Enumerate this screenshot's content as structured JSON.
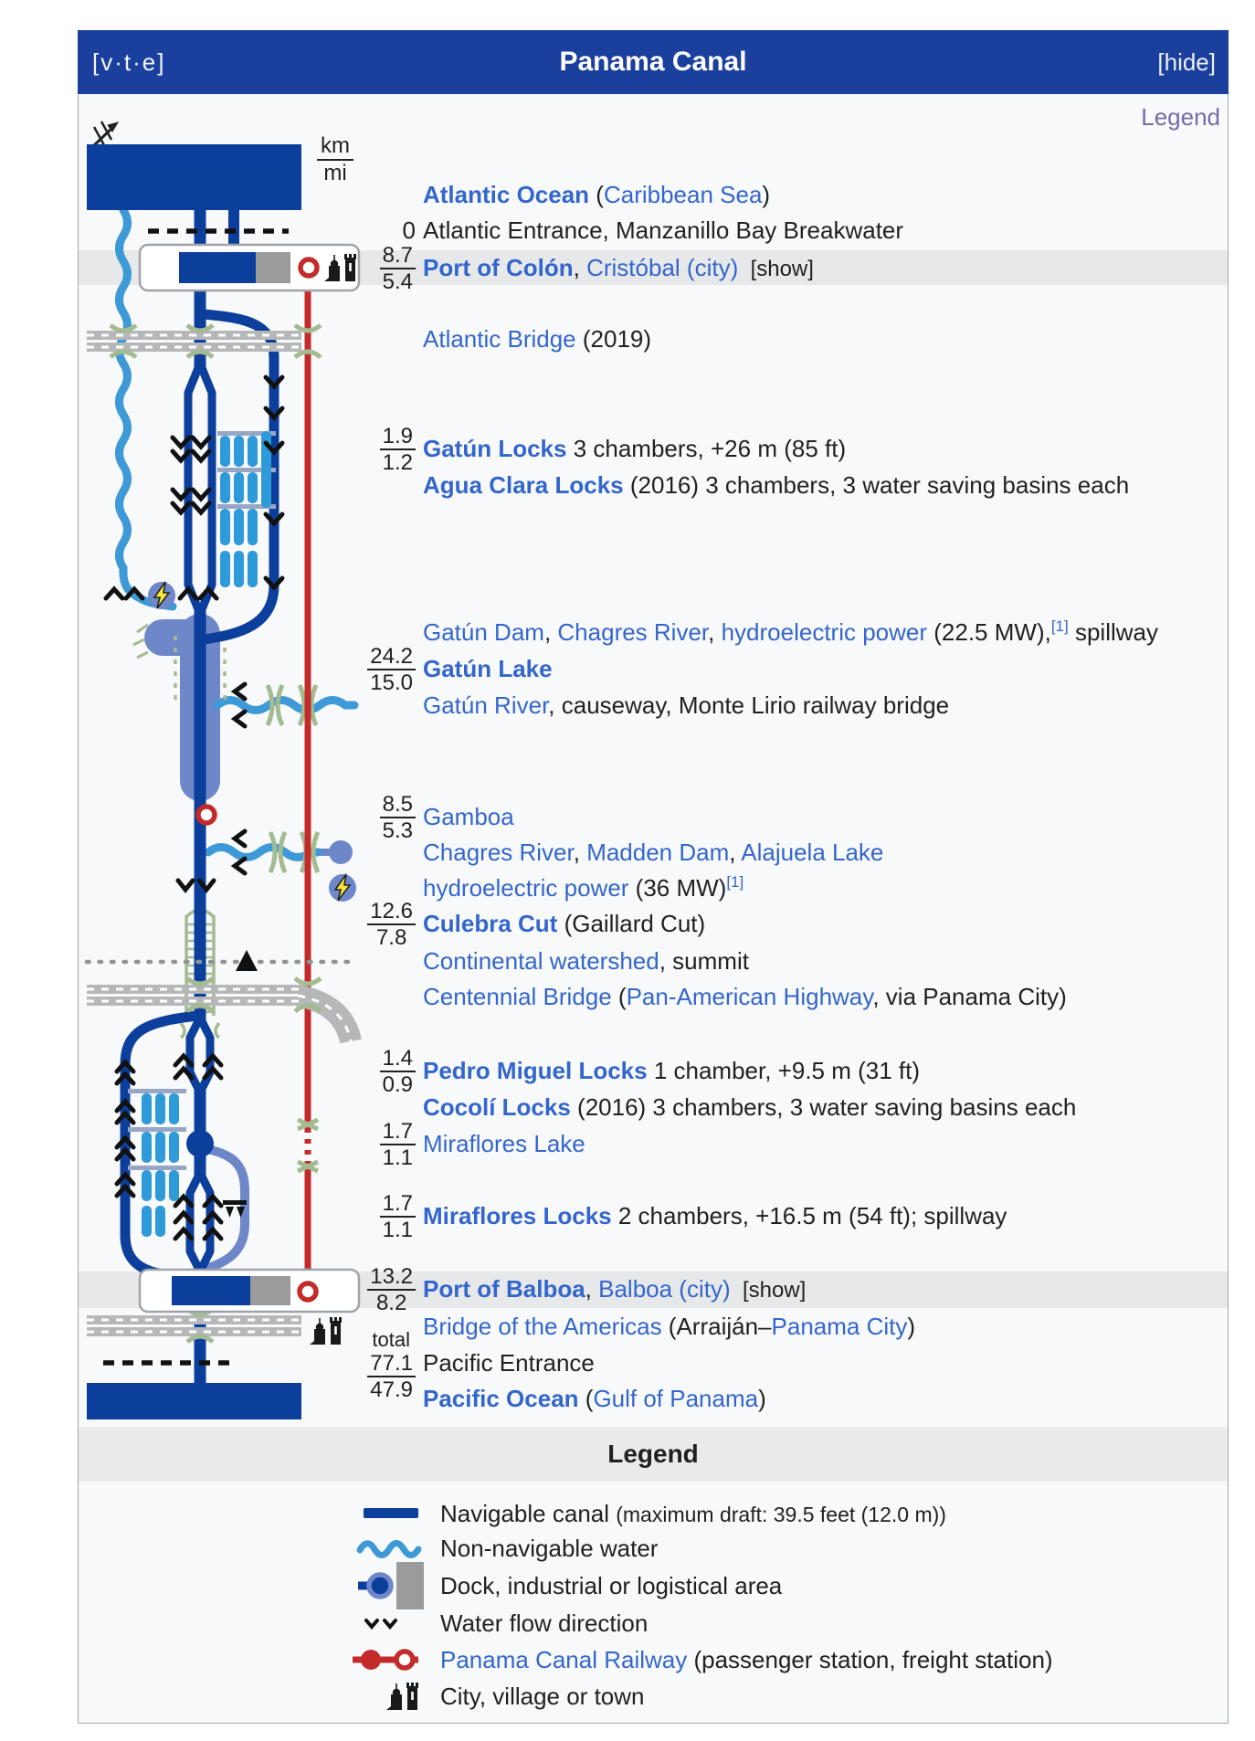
{
  "header": {
    "vte": "[v·t·e]",
    "title": "Panama Canal",
    "hide": "[hide]",
    "legend_link": "Legend"
  },
  "units": {
    "top": "km",
    "bottom": "mi"
  },
  "colors": {
    "header_blue": "#1a3f9c",
    "canal_blue": "#0c3e9c",
    "non_navigable_water": "#3d9ad6",
    "lock_chamber_blue": "#2e9ad8",
    "lake_periwinkle": "#6e87c9",
    "railway_red": "#c32b2b",
    "bridge_gray": "#b5b7b9",
    "sage_green": "#a4bb92",
    "link_blue": "#3366cc"
  },
  "icons": [
    "compass-icon",
    "city-icon",
    "lightning-icon",
    "railway-station-icon",
    "dock-icon",
    "water-flow-chevron",
    "spillway-icon",
    "watershed-triangle"
  ],
  "rows": {
    "r1": {
      "a": "Atlantic Ocean",
      "b": " (",
      "c": "Caribbean Sea",
      "d": ")"
    },
    "r2": {
      "d": "0",
      "a": "Atlantic Entrance, Manzanillo Bay Breakwater"
    },
    "r3": {
      "d1": "8.7",
      "d2": "5.4",
      "a": "Port of Colón",
      "b": ", ",
      "c": "Cristóbal (city)",
      "e": "  [show]"
    },
    "r4": {
      "a": "Atlantic Bridge",
      "b": " (2019)"
    },
    "r5": {
      "d1": "1.9",
      "d2": "1.2",
      "a": "Gatún Locks",
      "b": " 3 chambers, +26 m (85 ft)"
    },
    "r6": {
      "a": "Agua Clara Locks",
      "b": " (2016) 3 chambers, 3 water saving basins each"
    },
    "r7": {
      "a": "Gatún Dam",
      "b": ", ",
      "c": "Chagres River",
      "d": ", ",
      "e": "hydroelectric power",
      "f": " (22.5 MW),",
      "g": "[1]",
      "h": " spillway"
    },
    "r8": {
      "d1": "24.2",
      "d2": "15.0",
      "a": "Gatún Lake"
    },
    "r9": {
      "a": "Gatún River",
      "b": ", causeway, Monte Lirio railway bridge"
    },
    "r10": {
      "d1": "8.5",
      "d2": "5.3",
      "a": "Gamboa"
    },
    "r11": {
      "a": "Chagres River",
      "b": ", ",
      "c": "Madden Dam",
      "d": ", ",
      "e": "Alajuela Lake"
    },
    "r12": {
      "a": "hydroelectric power",
      "b": " (36 MW)",
      "c": "[1]"
    },
    "r13": {
      "d1": "12.6",
      "d2": "7.8",
      "a": "Culebra Cut",
      "b": " (Gaillard Cut)"
    },
    "r14": {
      "a": "Continental watershed",
      "b": ", summit"
    },
    "r15": {
      "a": "Centennial Bridge",
      "b": " (",
      "c": "Pan-American Highway",
      "d": ", via Panama City)"
    },
    "r16": {
      "d1": "1.4",
      "d2": "0.9",
      "a": "Pedro Miguel Locks",
      "b": " 1 chamber, +9.5 m (31 ft)"
    },
    "r17": {
      "a": "Cocolí Locks",
      "b": " (2016) 3 chambers, 3 water saving basins each"
    },
    "r18": {
      "d1": "1.7",
      "d2": "1.1",
      "a": "Miraflores Lake"
    },
    "r19": {
      "d1": "1.7",
      "d2": "1.1",
      "a": "Miraflores Locks",
      "b": " 2 chambers, +16.5 m (54 ft); spillway"
    },
    "r20": {
      "d1": "13.2",
      "d2": "8.2",
      "a": "Port of Balboa",
      "b": ", ",
      "c": "Balboa (city)",
      "e": "  [show]"
    },
    "r21": {
      "a": "Bridge of the Americas",
      "b": " (Arraiján–",
      "c": "Panama City",
      "d": ")"
    },
    "r22": {
      "pre": "total",
      "d1": "77.1",
      "d2": "47.9",
      "a": "Pacific Entrance"
    },
    "r23": {
      "a": "Pacific Ocean",
      "b": " (",
      "c": "Gulf of Panama",
      "d": ")"
    }
  },
  "legend": {
    "title": "Legend",
    "l1a": "Navigable canal ",
    "l1b": "(maximum draft: 39.5 feet (12.0 m))",
    "l2": "Non-navigable water",
    "l3": "Dock, industrial or logistical area",
    "l4": "Water flow direction",
    "l5a": "Panama Canal Railway",
    "l5b": " (passenger station, freight station)",
    "l6": "City, village or town"
  }
}
